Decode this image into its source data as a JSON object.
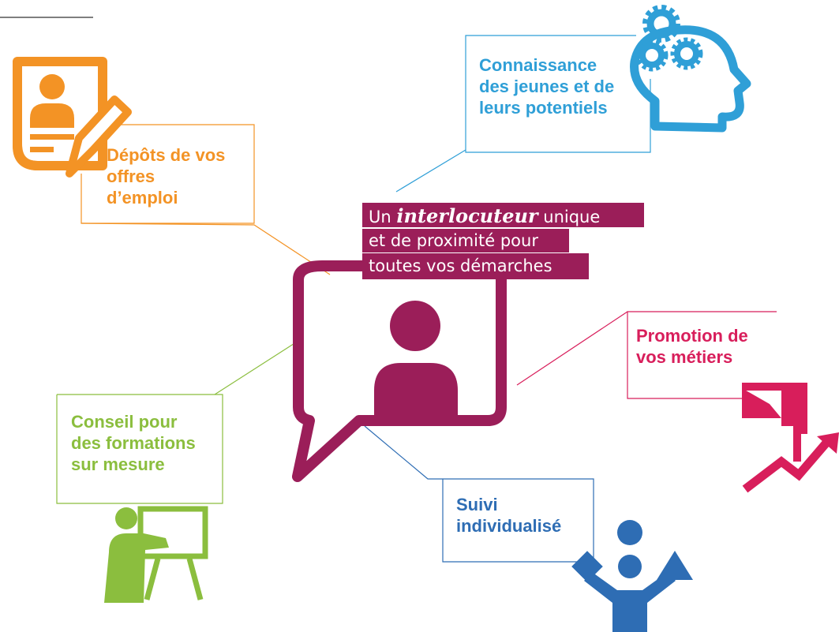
{
  "colors": {
    "orange": "#F39325",
    "blue": "#2F9FD7",
    "magenta": "#9B1E59",
    "red": "#D81E5B",
    "green": "#8BBE3E",
    "navy": "#2E6DB4",
    "connector": "#9DD39A"
  },
  "hub": {
    "line1_prefix": "Un",
    "line1_emphasis": "interlocuteur",
    "line1_suffix": "unique",
    "line2": "et de proximité pour",
    "line3": "toutes vos démarches"
  },
  "items": [
    {
      "text": "Dépôts de vos\noffres\nd’emploi",
      "color": "#F39325",
      "icon": "resume-pencil-icon"
    },
    {
      "text": "Connaissance\ndes jeunes et de\nleurs potentiels",
      "color": "#2F9FD7",
      "icon": "head-gears-icon"
    },
    {
      "text": "Promotion de\nvos métiers",
      "color": "#D81E5B",
      "icon": "flag-growth-icon"
    },
    {
      "text": "Conseil pour\ndes formations\nsur mesure",
      "color": "#8BBE3E",
      "icon": "teacher-board-icon"
    },
    {
      "text": "Suivi\nindividualisé",
      "color": "#2E6DB4",
      "icon": "person-shapes-icon"
    }
  ]
}
